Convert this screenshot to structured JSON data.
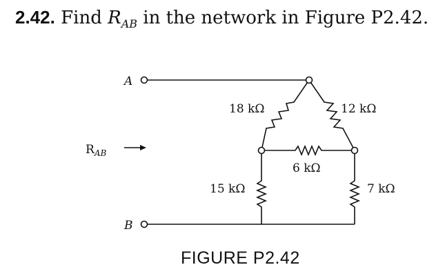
{
  "problem": {
    "number": "2.42.",
    "text_before": "Find",
    "symbol": "R",
    "symbol_sub": "AB",
    "text_after": "in the network in Figure P2.42."
  },
  "circuit": {
    "node_a": "A",
    "node_b": "B",
    "rab_label": "R",
    "rab_sub": "AB",
    "resistors": {
      "r18": "18 kΩ",
      "r12": "12 kΩ",
      "r6": "6 kΩ",
      "r15": "15 kΩ",
      "r7": "7 kΩ"
    }
  },
  "caption": "FIGURE P2.42"
}
